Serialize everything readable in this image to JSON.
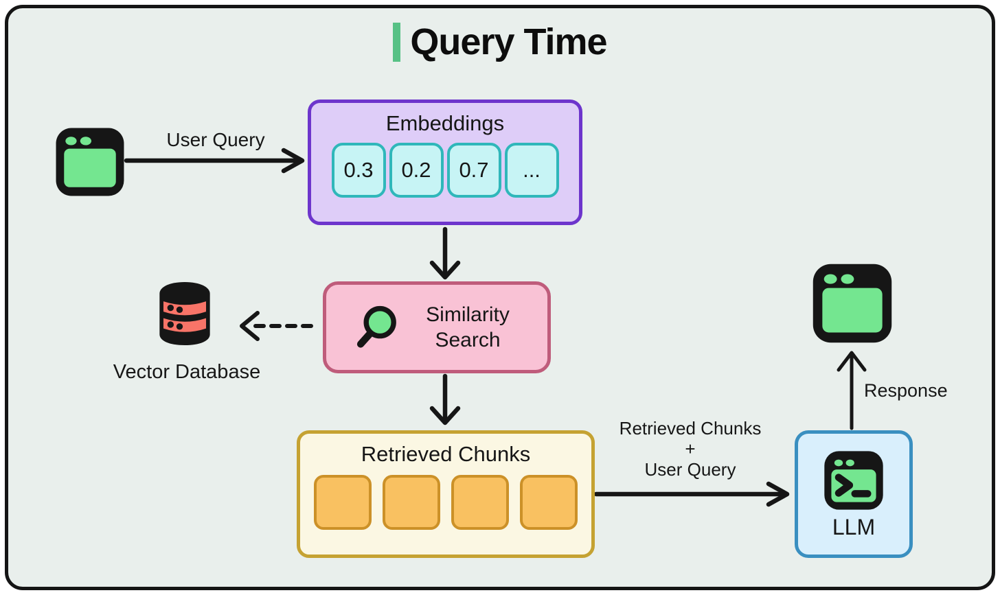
{
  "title": "Query Time",
  "edges": {
    "user_query": "User Query",
    "response": "Response",
    "to_llm": [
      "Retrieved Chunks",
      "+",
      "User Query"
    ]
  },
  "embeddings": {
    "title": "Embeddings",
    "values": [
      "0.3",
      "0.2",
      "0.7",
      "..."
    ]
  },
  "similarity_search": {
    "title": "Similarity Search"
  },
  "vector_database": {
    "label": "Vector Database"
  },
  "retrieved_chunks": {
    "title": "Retrieved Chunks",
    "chunk_count": 4
  },
  "llm": {
    "label": "LLM"
  },
  "icons": {
    "top_left": "browser-window-icon",
    "similarity": "magnifier-icon",
    "vector_database": "database-icon",
    "llm": "terminal-icon",
    "top_right": "browser-window-icon"
  },
  "colors": {
    "canvas_background": "#e9efec",
    "outline_black": "#161616",
    "title_accent_green": "#57c185",
    "icon_green": "#74e690",
    "embeddings_fill": "#decdf8",
    "embeddings_border": "#6d35cc",
    "embedding_chip_fill": "#c7f4f5",
    "embedding_chip_border": "#2fb7ba",
    "similarity_fill": "#f9c2d5",
    "similarity_border": "#bf5c7b",
    "database_red": "#f87468",
    "retrieved_fill": "#fbf7e3",
    "retrieved_border": "#c5a232",
    "chunk_fill": "#f9c161",
    "chunk_border": "#cc9128",
    "llm_fill": "#d9effc",
    "llm_border": "#3a8fc0"
  }
}
